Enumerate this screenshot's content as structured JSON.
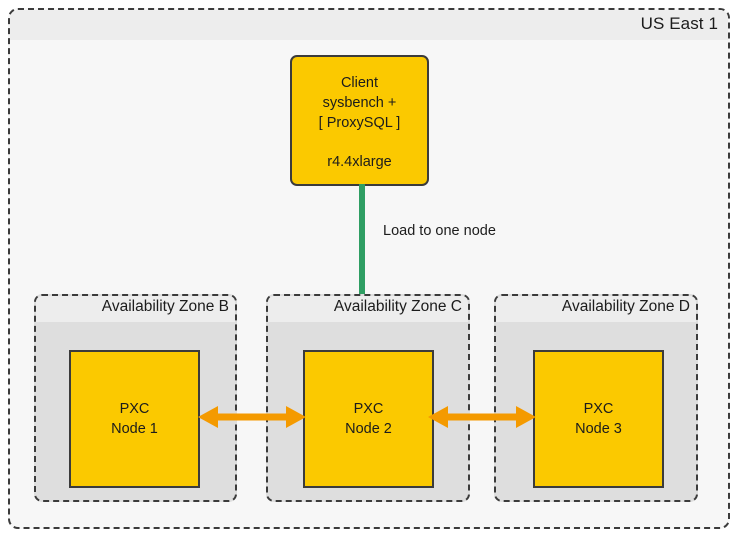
{
  "region": {
    "title": "US East 1"
  },
  "client": {
    "name": "client-node",
    "lines": [
      "Client",
      "sysbench +",
      "[ ProxySQL ]"
    ],
    "instance_type": "r4.4xlarge"
  },
  "connections": {
    "load": {
      "label": "Load to one node",
      "color": "#2f9e63",
      "direction": "down",
      "from": "client",
      "to": "PXC Node 2"
    },
    "replication": [
      {
        "label": "",
        "color": "#f49a00",
        "direction": "bidirectional",
        "from": "PXC Node 1",
        "to": "PXC Node 2"
      },
      {
        "label": "",
        "color": "#f49a00",
        "direction": "bidirectional",
        "from": "PXC Node 2",
        "to": "PXC Node 3"
      }
    ]
  },
  "zones": [
    {
      "title": "Availability Zone B",
      "node": {
        "line1": "PXC",
        "line2": "Node 1"
      }
    },
    {
      "title": "Availability Zone C",
      "node": {
        "line1": "PXC",
        "line2": "Node 2"
      }
    },
    {
      "title": "Availability Zone D",
      "node": {
        "line1": "PXC",
        "line2": "Node 3"
      }
    }
  ],
  "colors": {
    "node_fill": "#fbc900",
    "node_border": "#3b3b3b",
    "zone_fill": "#dedede",
    "zone_header": "#ededed",
    "region_fill": "#f7f7f7",
    "load_arrow": "#2f9e63",
    "replication_arrow": "#f49a00"
  }
}
